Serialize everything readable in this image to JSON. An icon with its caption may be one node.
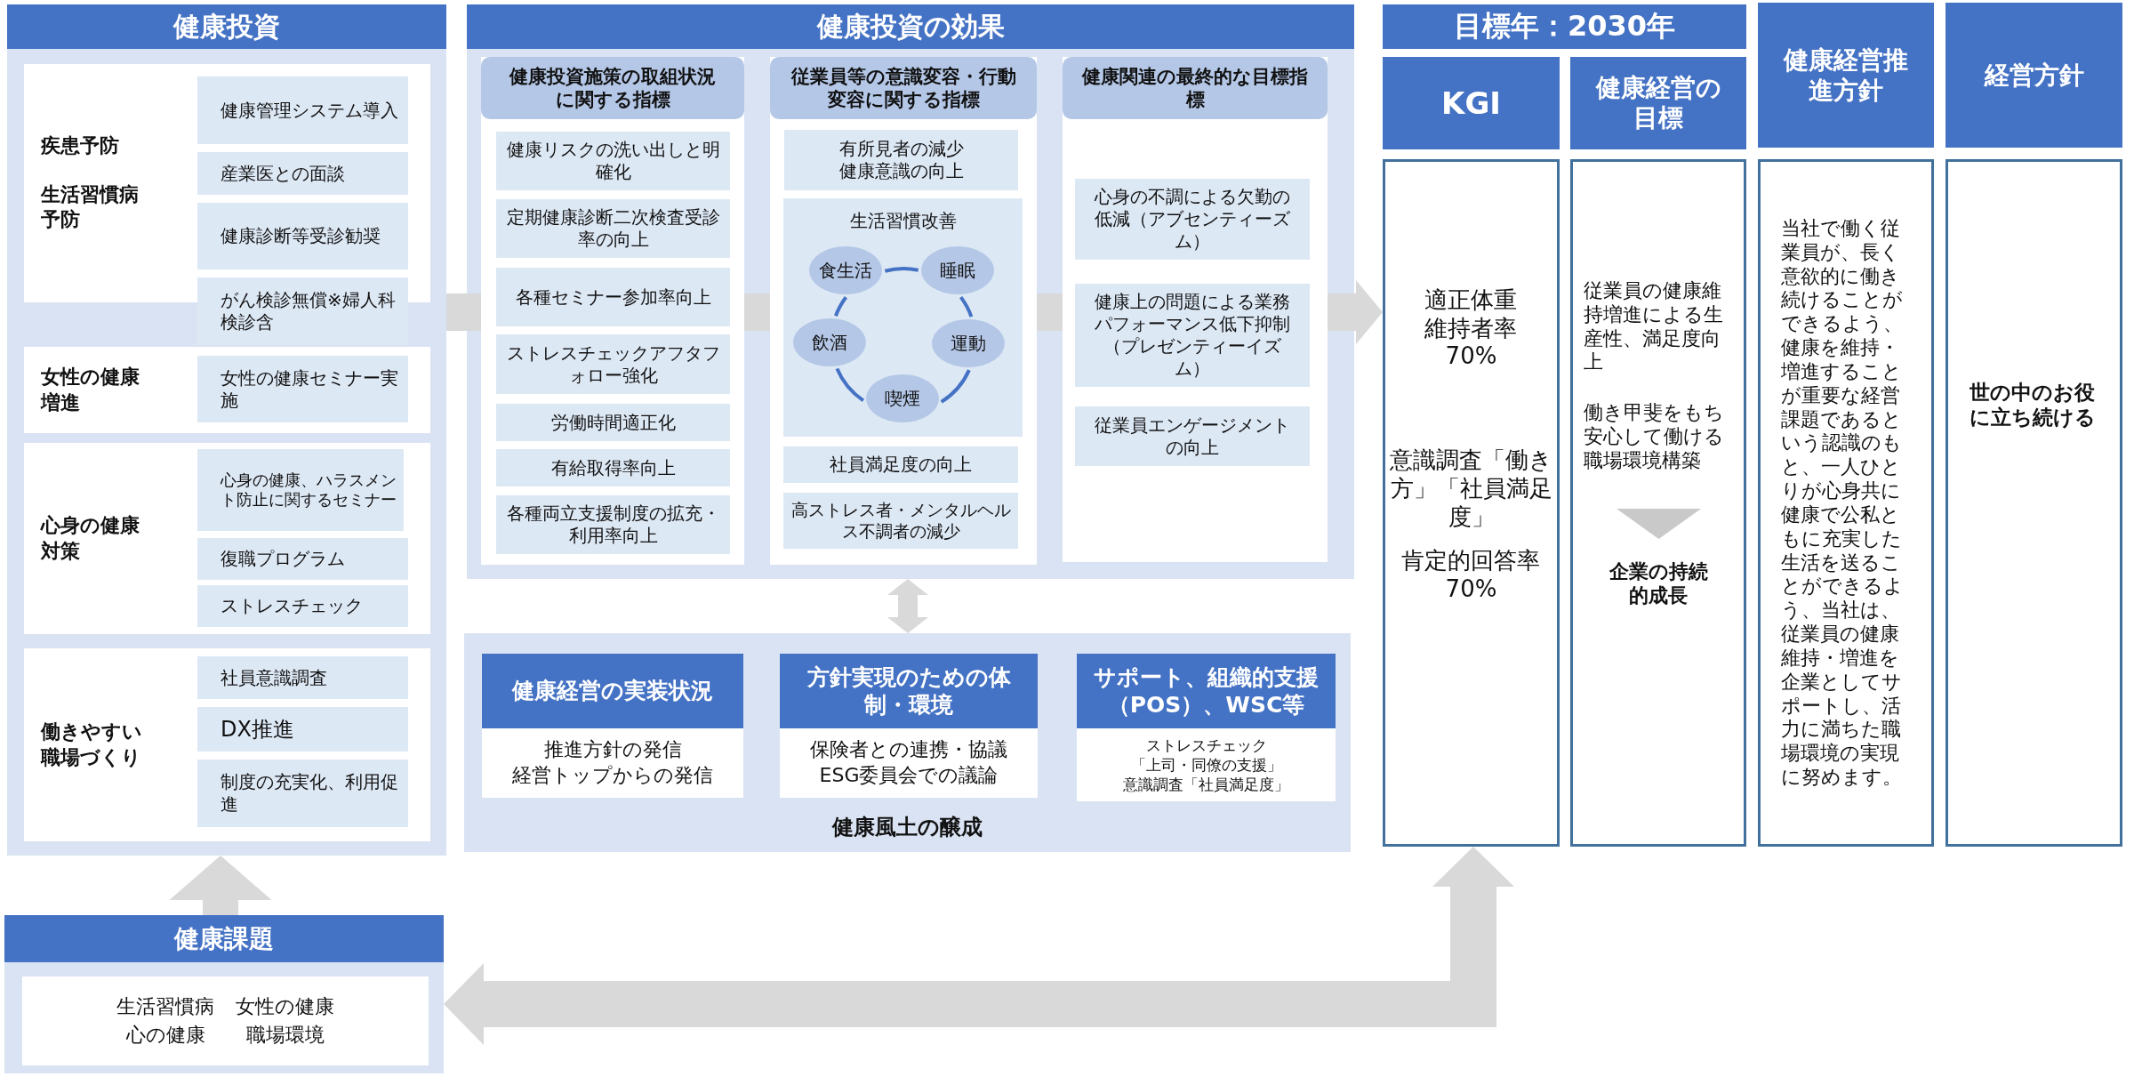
{
  "diagram": {
    "nodes": [
      {
        "text": [
          "健康投資"
        ]
      },
      {
        "text": [
          "疾患予防",
          "生活習慣病予防"
        ],
        "in": 0
      },
      {
        "text": [
          "健康管理システム導入"
        ],
        "in": 1
      },
      {
        "text": [
          "産業医との面談"
        ],
        "in": 1
      },
      {
        "text": [
          "健康診断等受診勧奨"
        ],
        "in": 1
      },
      {
        "text": [
          "がん検診無償※婦人科検診含"
        ],
        "in": 0
      },
      {
        "text": [
          "女性の健康増進"
        ],
        "in": 0
      },
      {
        "text": [
          "女性の健康セミナー実施"
        ],
        "in": 6
      },
      {
        "text": [
          "心身の健康対策"
        ],
        "in": 0
      },
      {
        "text": [
          "心身の健康、ハラスメント防止に関するセミナー"
        ],
        "in": 8
      },
      {
        "text": [
          "復職プログラム"
        ],
        "in": 8
      },
      {
        "text": [
          "ストレスチェック"
        ],
        "in": 8
      },
      {
        "text": [
          "働きやすい職場づくり"
        ],
        "in": 0
      },
      {
        "text": [
          "社員意識調査"
        ],
        "in": 12
      },
      {
        "text": [
          "DX推進"
        ],
        "in": 12
      },
      {
        "text": [
          "制度の充実化、利用促進"
        ],
        "in": 12
      },
      {
        "text": [
          "健康投資の効果"
        ]
      },
      {
        "text": [
          "健康投資施策の取組状況に関する指標"
        ],
        "in": 16
      },
      {
        "text": [
          "健康リスクの洗い出しと明確化"
        ],
        "in": 17
      },
      {
        "text": [
          "定期健康診断二次検査受診率の向上"
        ],
        "in": 17
      },
      {
        "text": [
          "各種セミナー参加率向上"
        ],
        "in": 17
      },
      {
        "text": [
          "ストレスチェックアフタフォロー強化"
        ],
        "in": 17
      },
      {
        "text": [
          "労働時間適正化"
        ],
        "in": 17
      },
      {
        "text": [
          "有給取得率向上"
        ],
        "in": 17
      },
      {
        "text": [
          "各種両立支援制度の拡充・利用率向上"
        ],
        "in": 17
      },
      {
        "text": [
          "従業員等の意識変容・行動変容に関する指標"
        ],
        "in": 16
      },
      {
        "text": [
          "有所見者の減少",
          "健康意識の向上"
        ],
        "in": 25
      },
      {
        "text": [
          "生活習慣改善"
        ],
        "in": 25
      },
      {
        "text": [
          "食生活"
        ],
        "in": 27
      },
      {
        "text": [
          "睡眠"
        ],
        "in": 27
      },
      {
        "text": [
          "飲酒"
        ],
        "in": 27
      },
      {
        "text": [
          "運動"
        ],
        "in": 27
      },
      {
        "text": [
          "喫煙"
        ],
        "in": 27
      },
      {
        "text": [
          "社員満足度の向上"
        ],
        "in": 25
      },
      {
        "text": [
          "高ストレス者・メンタルヘルス不調者の減少"
        ],
        "in": 25
      },
      {
        "text": [
          "健康関連の最終的な目標指標"
        ],
        "in": 16
      },
      {
        "text": [
          "心身の不調による欠勤の低減（アブセンティーズム）"
        ],
        "in": 35
      },
      {
        "text": [
          "健康上の問題による業務パフォーマンス低下抑制（プレゼンティーイズム）"
        ],
        "in": 35
      },
      {
        "text": [
          "従業員エンゲージメントの向上"
        ],
        "in": 35
      },
      {
        "text": [
          "健康風土の醸成"
        ]
      },
      {
        "text": [
          "健康経営の実装状況",
          "推進方針の発信",
          "経営トップからの発信"
        ],
        "in": 39
      },
      {
        "text": [
          "方針実現のための体制・環境",
          "保険者との連携・協議",
          "ESG委員会での議論"
        ],
        "in": 39
      },
      {
        "text": [
          "サポート、組織的支援（POS）、WSC等",
          "ストレスチェック",
          "「上司・同僚の支援」",
          "意識調査「社員満足度」"
        ],
        "in": 39
      },
      {
        "text": [
          "目標年：2030年"
        ]
      },
      {
        "text": [
          "KGI",
          "適正体重維持者率70%",
          "意識調査「働き方」「社員満足度」",
          "肯定的回答率70%"
        ]
      },
      {
        "text": [
          "健康経営の目標",
          "従業員の健康維持増進による生産性、満足度向上",
          "働き甲斐をもち安心して働ける職場環境構築",
          "企業の持続的成長"
        ]
      },
      {
        "text": [
          "健康経営推進方針",
          "当社で働く従業員が、長く意欲的に働き続けることができるよう、健康を維持・増進することが重要な経営課題であるという認識のもと、一人ひとりが心身共に健康で公私ともに充実した生活を送ることができるよう、当社は、従業員の健康維持・増進を企業としてサポートし、活力に満ちた職場環境の実現に努めます。"
        ]
      },
      {
        "text": [
          "経営方針",
          "世の中のお役に立ち続ける"
        ]
      },
      {
        "text": [
          "健康課題",
          "生活習慣病",
          "女性の健康",
          "心の健康",
          "職場環境"
        ]
      }
    ],
    "edges": [
      {
        "from": 0,
        "to": 16,
        "arrow": "none",
        "style": "thick",
        "color": "#d9d9d9"
      },
      {
        "from": 16,
        "to": 39,
        "arrow": "both",
        "style": "thick",
        "color": "#d9d9d9"
      },
      {
        "from": 48,
        "to": 0,
        "arrow": "to",
        "style": "thick",
        "color": "#d9d9d9"
      },
      {
        "from": 48,
        "to": 44,
        "arrow": "both",
        "style": "thick",
        "color": "#d9d9d9"
      },
      {
        "from": 28,
        "to": 29,
        "arrow": "none",
        "color": "#4472c4"
      },
      {
        "from": 29,
        "to": 31,
        "arrow": "none",
        "color": "#4472c4"
      },
      {
        "from": 31,
        "to": 32,
        "arrow": "none",
        "color": "#4472c4"
      },
      {
        "from": 32,
        "to": 30,
        "arrow": "none",
        "color": "#4472c4"
      },
      {
        "from": 30,
        "to": 28,
        "arrow": "none",
        "color": "#4472c4"
      },
      {
        "from": 16,
        "to": 44,
        "arrow": "to",
        "style": "thick",
        "color": "#d9d9d9"
      }
    ]
  }
}
